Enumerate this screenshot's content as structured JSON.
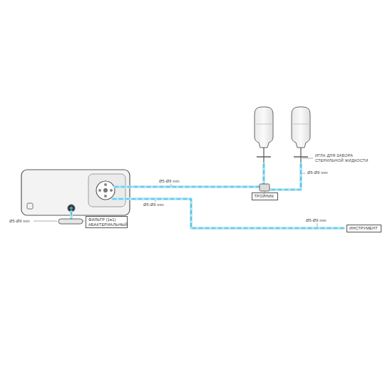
{
  "diagram": {
    "nodes": [
      {
        "text": [
          "ТРОЙНИК"
        ]
      },
      {
        "text": [
          "ФИЛЬТР (1в1) АБАКТЕРИАЛЬНЫЙ"
        ]
      },
      {
        "text": [
          "ИНСТРУМЕНТ"
        ]
      }
    ],
    "labels": [
      "ИГЛА ДЛЯ ЗАБОРА СТЕРИЛЬНОЙ ЖИДКОСТИ",
      "Ø5-Ø9 mm",
      "Ø5-Ø9 mm",
      "Ø5-Ø9 mm",
      "Ø5-Ø9 mm",
      "Ø5-Ø9 mm"
    ]
  }
}
